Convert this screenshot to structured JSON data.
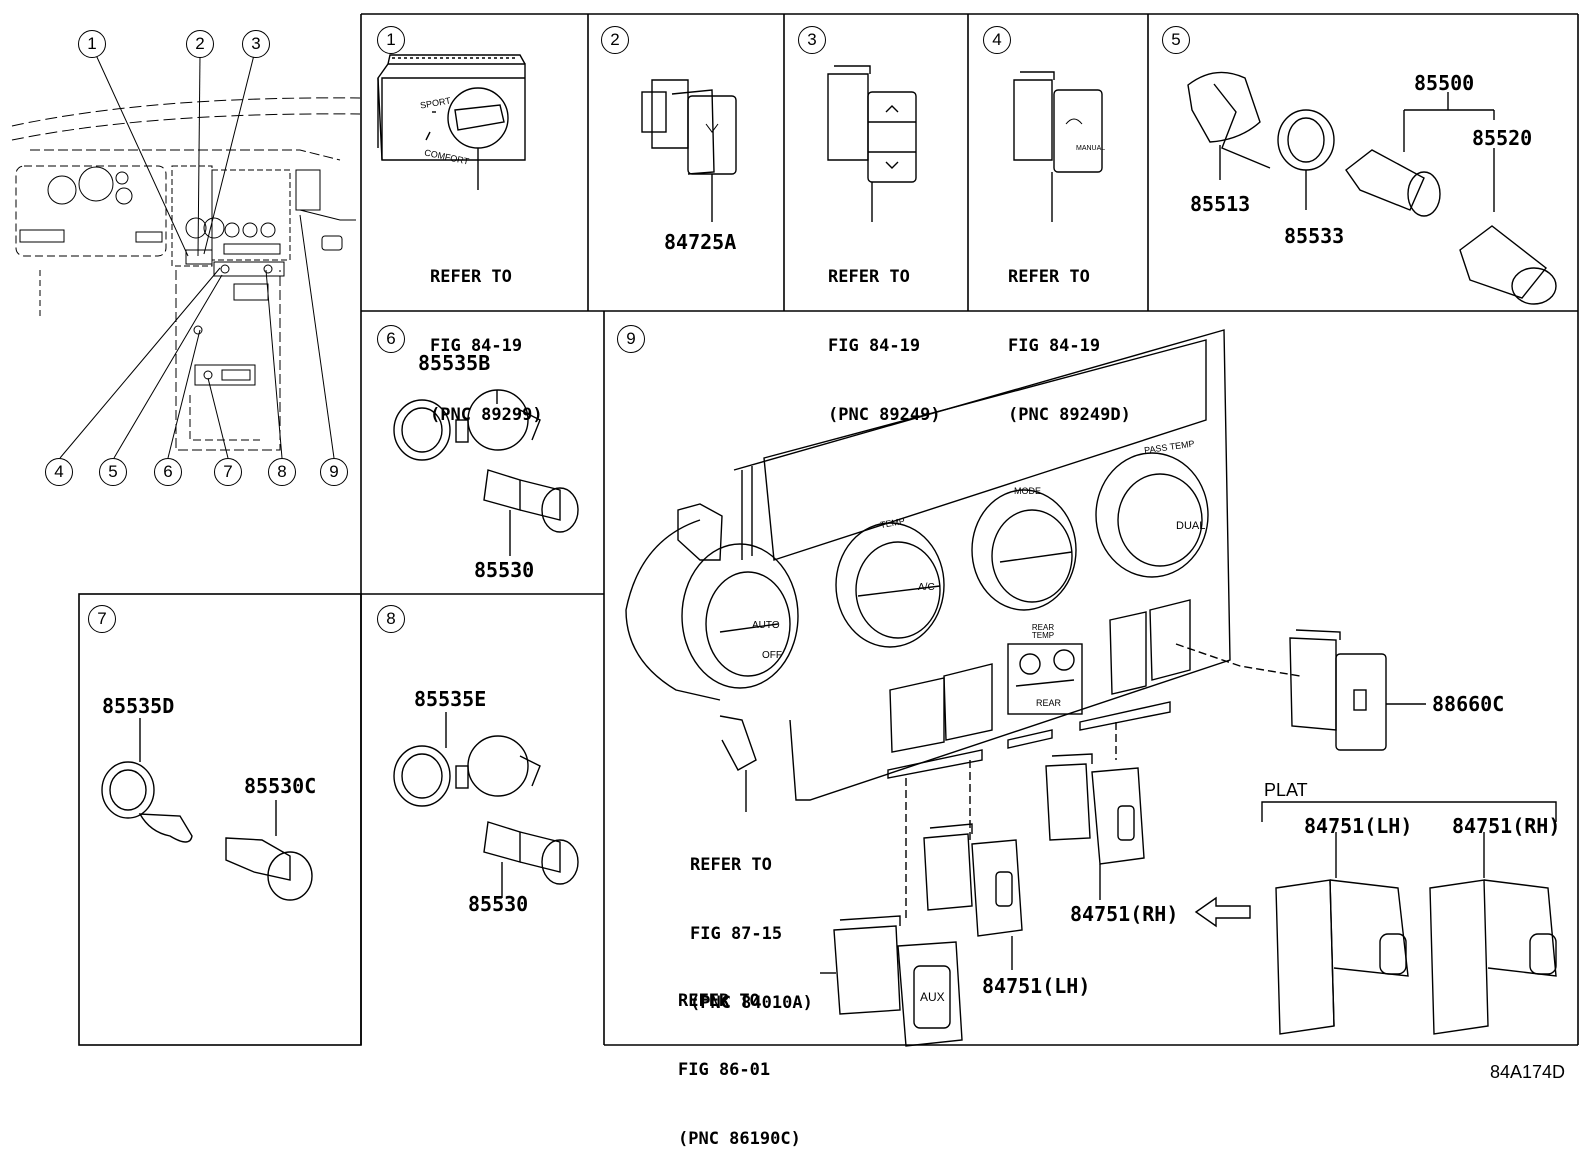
{
  "sections": [
    {
      "id": "s1",
      "number": "1"
    },
    {
      "id": "s2",
      "number": "2"
    },
    {
      "id": "s3",
      "number": "3"
    },
    {
      "id": "s4",
      "number": "4"
    },
    {
      "id": "s5",
      "number": "5"
    },
    {
      "id": "s6",
      "number": "6"
    },
    {
      "id": "s7",
      "number": "7"
    },
    {
      "id": "s8",
      "number": "8"
    },
    {
      "id": "s9",
      "number": "9"
    }
  ],
  "overview_callouts": [
    "1",
    "2",
    "3",
    "4",
    "5",
    "6",
    "7",
    "8",
    "9"
  ],
  "panel_labels": {
    "p1_ref": [
      "REFER TO",
      "FIG 84-19",
      "(PNC 89299)"
    ],
    "p2_pn": "84725A",
    "p3_ref": [
      "REFER TO",
      "FIG 84-19",
      "(PNC 89249)"
    ],
    "p4_ref": [
      "REFER TO",
      "FIG 84-19",
      "(PNC 89249D)"
    ],
    "p5_pn_85500": "85500",
    "p5_pn_85520": "85520",
    "p5_pn_85513": "85513",
    "p5_pn_85533": "85533",
    "p6_pn_85535B": "85535B",
    "p6_pn_85530": "85530",
    "p7_pn_85535D": "85535D",
    "p7_pn_85530C": "85530C",
    "p8_pn_85535E": "85535E",
    "p8_pn_85530": "85530",
    "p9_ref_climate": [
      "REFER TO",
      "FIG 87-15",
      "(PNC 84010A)"
    ],
    "p9_ref_aux": [
      "REFER TO",
      "FIG 86-01",
      "(PNC 86190C)"
    ],
    "p9_pn_88660C": "88660C",
    "p9_pn_84751_rh": "84751(RH)",
    "p9_pn_84751_lh": "84751(LH)",
    "p9_plat_label": "PLAT",
    "p9_plat_lh": "84751(LH)",
    "p9_plat_rh": "84751(RH)"
  },
  "part_markings": {
    "sport": "SPORT",
    "comfort": "COMFORT",
    "temp": "TEMP",
    "mode": "MODE",
    "pass_temp": "PASS TEMP",
    "ac": "A/C",
    "auto": "AUTO",
    "off": "OFF",
    "dual": "DUAL",
    "rear_temp": "REAR TEMP",
    "rear": "REAR",
    "aux": "AUX",
    "manual": "MANUAL"
  },
  "figure_id": "84A174D"
}
